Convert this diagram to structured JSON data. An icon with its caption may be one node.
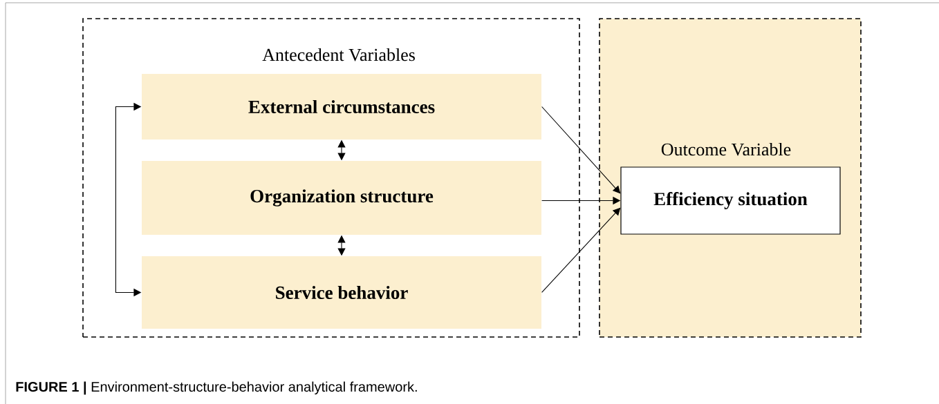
{
  "diagram": {
    "caption": "**FIGURE 1 |** Environment-structure-behavior analytical framework.",
    "nodes": [
      {
        "text": [
          "Antecedent Variables"
        ]
      },
      {
        "text": [
          "External circumstances"
        ],
        "in": 0
      },
      {
        "text": [
          "Organization structure"
        ],
        "in": 0
      },
      {
        "text": [
          "Service behavior"
        ],
        "in": 0
      },
      {
        "text": [
          "Outcome Variable"
        ]
      },
      {
        "text": [
          "Efficiency situation"
        ],
        "in": 4
      }
    ],
    "edges": [
      {
        "from": 1,
        "to": 2,
        "arrow": "both"
      },
      {
        "from": 2,
        "to": 3,
        "arrow": "both"
      },
      {
        "from": 1,
        "to": 3,
        "arrow": "both"
      },
      {
        "from": 1,
        "to": 5,
        "arrow": "to"
      },
      {
        "from": 2,
        "to": 5,
        "arrow": "to"
      },
      {
        "from": 3,
        "to": 5,
        "arrow": "to"
      }
    ]
  }
}
